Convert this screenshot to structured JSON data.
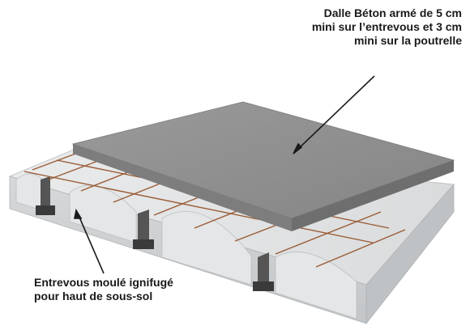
{
  "labels": {
    "slab_lines": [
      "Dalle Béton armé de 5 cm",
      "mini sur l’entrevous  et 3 cm",
      "mini sur la poutrelle"
    ],
    "block_lines": [
      "Entrevous moulé ignifugé",
      "pour haut de sous-sol"
    ]
  },
  "colors": {
    "concrete": "#8f8f8f",
    "foam_block": "#dcdedf",
    "rebar": "#9a5a33",
    "text": "#1a1a1a"
  }
}
